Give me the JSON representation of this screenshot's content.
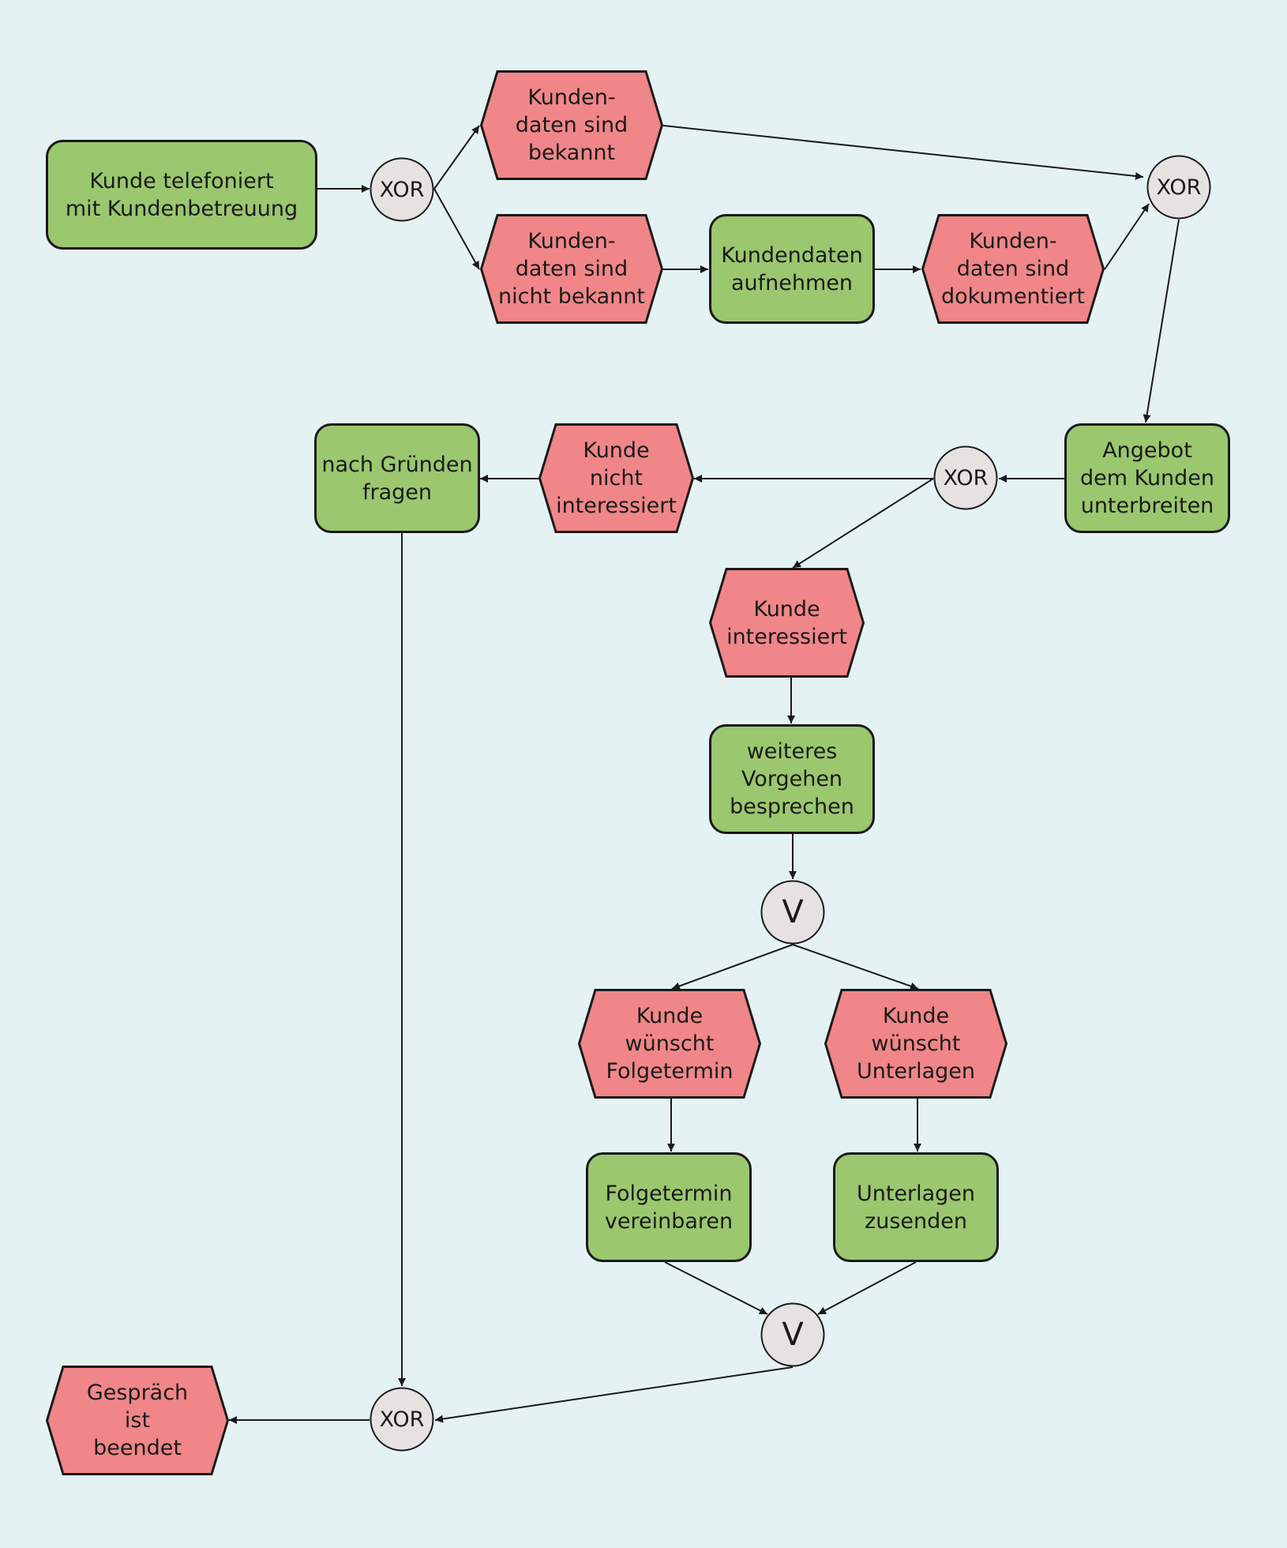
{
  "colors": {
    "background": "#e5f2f4",
    "function_fill": "#9bc76f",
    "event_fill": "#f08688",
    "gateway_fill": "#e6e2e2",
    "stroke": "#1a1a1a"
  },
  "functions": {
    "f1": "Kunde telefoniert\nmit Kundenbetreuung",
    "f2": "Kundendaten\naufnehmen",
    "f3": "Angebot\ndem Kunden\nunterbreiten",
    "f4": "nach Gründen\nfragen",
    "f5": "weiteres\nVorgehen\nbesprechen",
    "f6": "Folgetermin\nvereinbaren",
    "f7": "Unterlagen\nzusenden"
  },
  "events": {
    "e1": "Kunden-\ndaten sind\nbekannt",
    "e2": "Kunden-\ndaten sind\nnicht bekannt",
    "e3": "Kunden-\ndaten sind\ndokumentiert",
    "e4": "Kunde\nnicht\ninteressiert",
    "e5": "Kunde\ninteressiert",
    "e6": "Kunde\nwünscht\nFolgetermin",
    "e7": "Kunde\nwünscht\nUnterlagen",
    "e8": "Gespräch\nist\nbeendet"
  },
  "gateways": {
    "g1": "XOR",
    "g2": "XOR",
    "g3": "XOR",
    "g4": "V",
    "g5": "V",
    "g6": "XOR"
  }
}
